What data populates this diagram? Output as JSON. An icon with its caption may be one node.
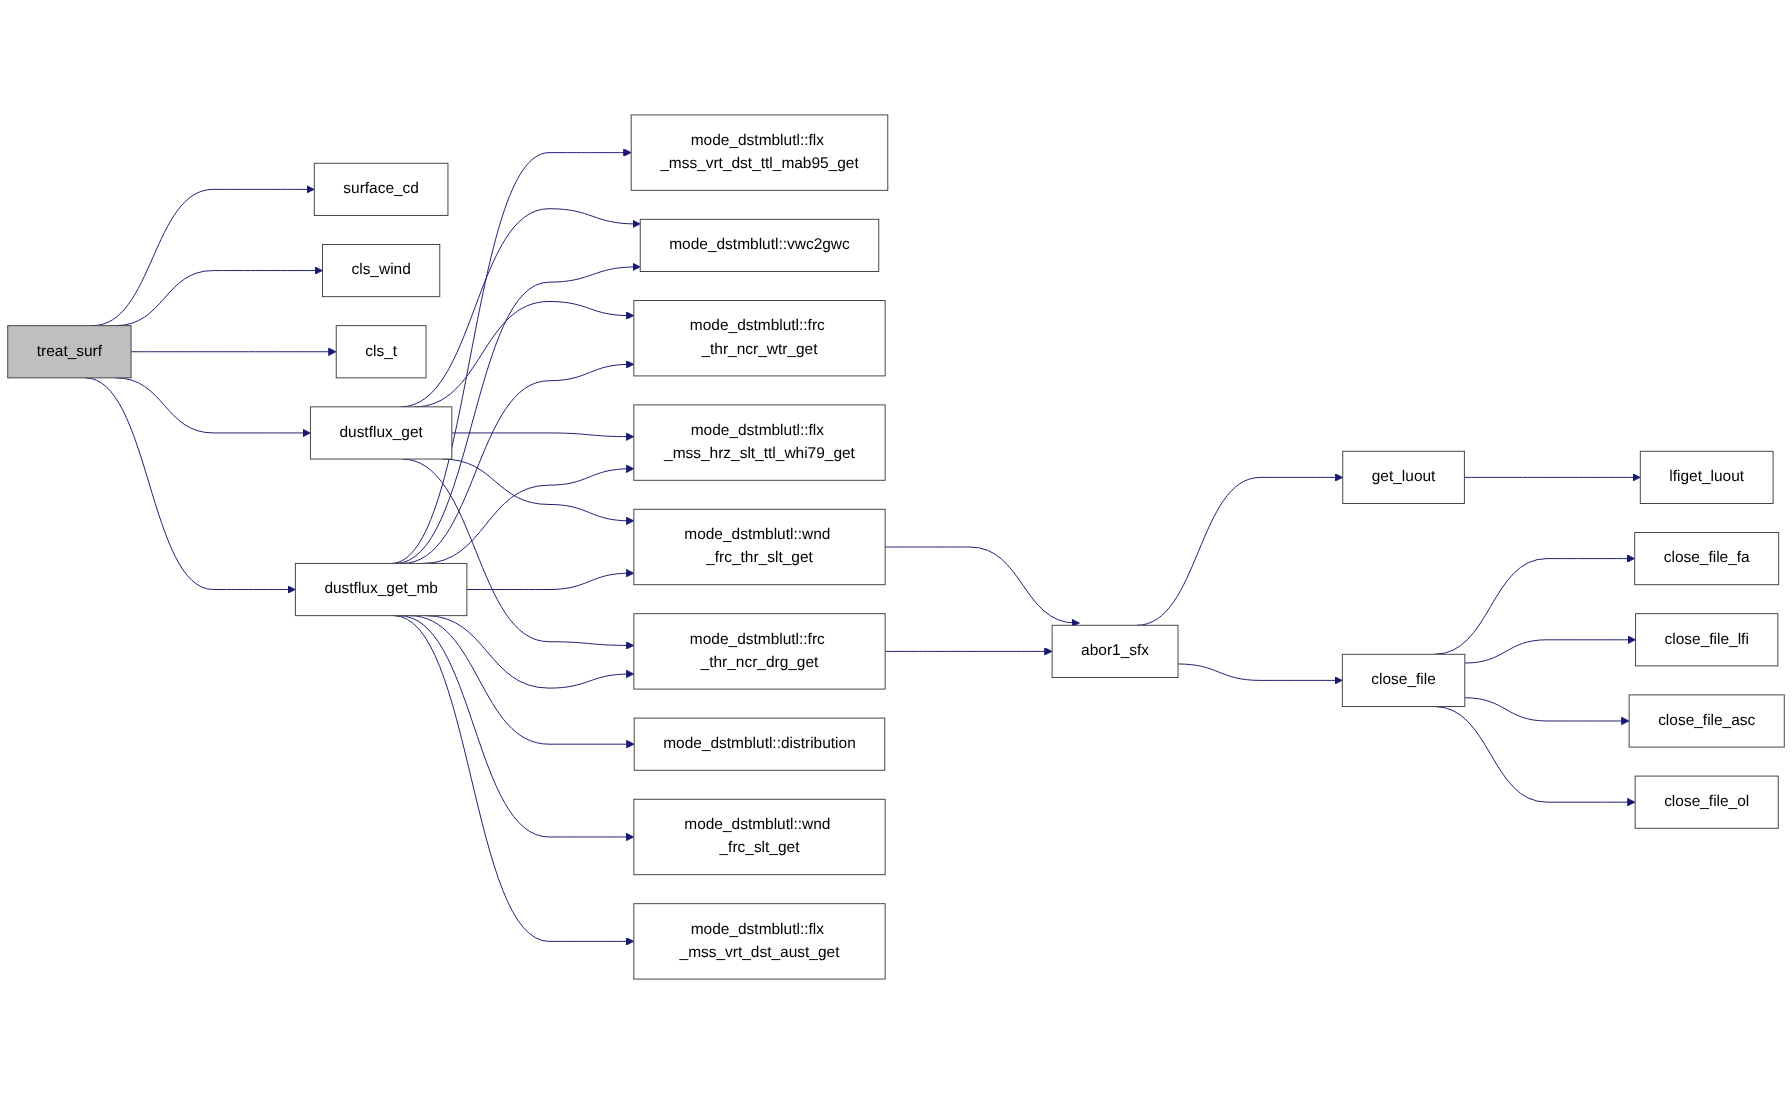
{
  "diagram": {
    "nodes": [
      {
        "text": [
          "treat_surf"
        ]
      },
      {
        "text": [
          "surface_cd"
        ]
      },
      {
        "text": [
          "cls_wind"
        ]
      },
      {
        "text": [
          "cls_t"
        ]
      },
      {
        "text": [
          "dustflux_get"
        ]
      },
      {
        "text": [
          "dustflux_get_mb"
        ]
      },
      {
        "text": [
          "mode_dstmblutl::flx _mss_vrt_dst_ttl_mab95_get"
        ]
      },
      {
        "text": [
          "mode_dstmblutl::vwc2gwc"
        ]
      },
      {
        "text": [
          "mode_dstmblutl::frc _thr_ncr_wtr_get"
        ]
      },
      {
        "text": [
          "mode_dstmblutl::flx _mss_hrz_slt_ttl_whi79_get"
        ]
      },
      {
        "text": [
          "mode_dstmblutl::wnd _frc_thr_slt_get"
        ]
      },
      {
        "text": [
          "mode_dstmblutl::frc _thr_ncr_drg_get"
        ]
      },
      {
        "text": [
          "mode_dstmblutl::distribution"
        ]
      },
      {
        "text": [
          "mode_dstmblutl::wnd _frc_slt_get"
        ]
      },
      {
        "text": [
          "mode_dstmblutl::flx _mss_vrt_dst_aust_get"
        ]
      },
      {
        "text": [
          "abor1_sfx"
        ]
      },
      {
        "text": [
          "get_luout"
        ]
      },
      {
        "text": [
          "lfiget_luout"
        ]
      },
      {
        "text": [
          "close_file"
        ]
      },
      {
        "text": [
          "close_file_fa"
        ]
      },
      {
        "text": [
          "close_file_lfi"
        ]
      },
      {
        "text": [
          "close_file_asc"
        ]
      },
      {
        "text": [
          "close_file_ol"
        ]
      }
    ],
    "edges": [
      {
        "from": 0,
        "to": 1,
        "arrow": "to"
      },
      {
        "from": 0,
        "to": 2,
        "arrow": "to"
      },
      {
        "from": 0,
        "to": 3,
        "arrow": "to"
      },
      {
        "from": 0,
        "to": 4,
        "arrow": "to"
      },
      {
        "from": 0,
        "to": 5,
        "arrow": "to"
      },
      {
        "from": 4,
        "to": 7,
        "arrow": "to"
      },
      {
        "from": 4,
        "to": 8,
        "arrow": "to"
      },
      {
        "from": 4,
        "to": 9,
        "arrow": "to"
      },
      {
        "from": 4,
        "to": 10,
        "arrow": "to"
      },
      {
        "from": 4,
        "to": 11,
        "arrow": "to"
      },
      {
        "from": 5,
        "to": 6,
        "arrow": "to"
      },
      {
        "from": 5,
        "to": 7,
        "arrow": "to"
      },
      {
        "from": 5,
        "to": 8,
        "arrow": "to"
      },
      {
        "from": 5,
        "to": 9,
        "arrow": "to"
      },
      {
        "from": 5,
        "to": 10,
        "arrow": "to"
      },
      {
        "from": 5,
        "to": 11,
        "arrow": "to"
      },
      {
        "from": 5,
        "to": 12,
        "arrow": "to"
      },
      {
        "from": 5,
        "to": 13,
        "arrow": "to"
      },
      {
        "from": 5,
        "to": 14,
        "arrow": "to"
      },
      {
        "from": 10,
        "to": 15,
        "arrow": "to"
      },
      {
        "from": 11,
        "to": 15,
        "arrow": "to"
      },
      {
        "from": 15,
        "to": 16,
        "arrow": "to"
      },
      {
        "from": 15,
        "to": 18,
        "arrow": "to"
      },
      {
        "from": 16,
        "to": 17,
        "arrow": "to"
      },
      {
        "from": 18,
        "to": 19,
        "arrow": "to"
      },
      {
        "from": 18,
        "to": 20,
        "arrow": "to"
      },
      {
        "from": 18,
        "to": 21,
        "arrow": "to"
      },
      {
        "from": 18,
        "to": 22,
        "arrow": "to"
      }
    ]
  }
}
